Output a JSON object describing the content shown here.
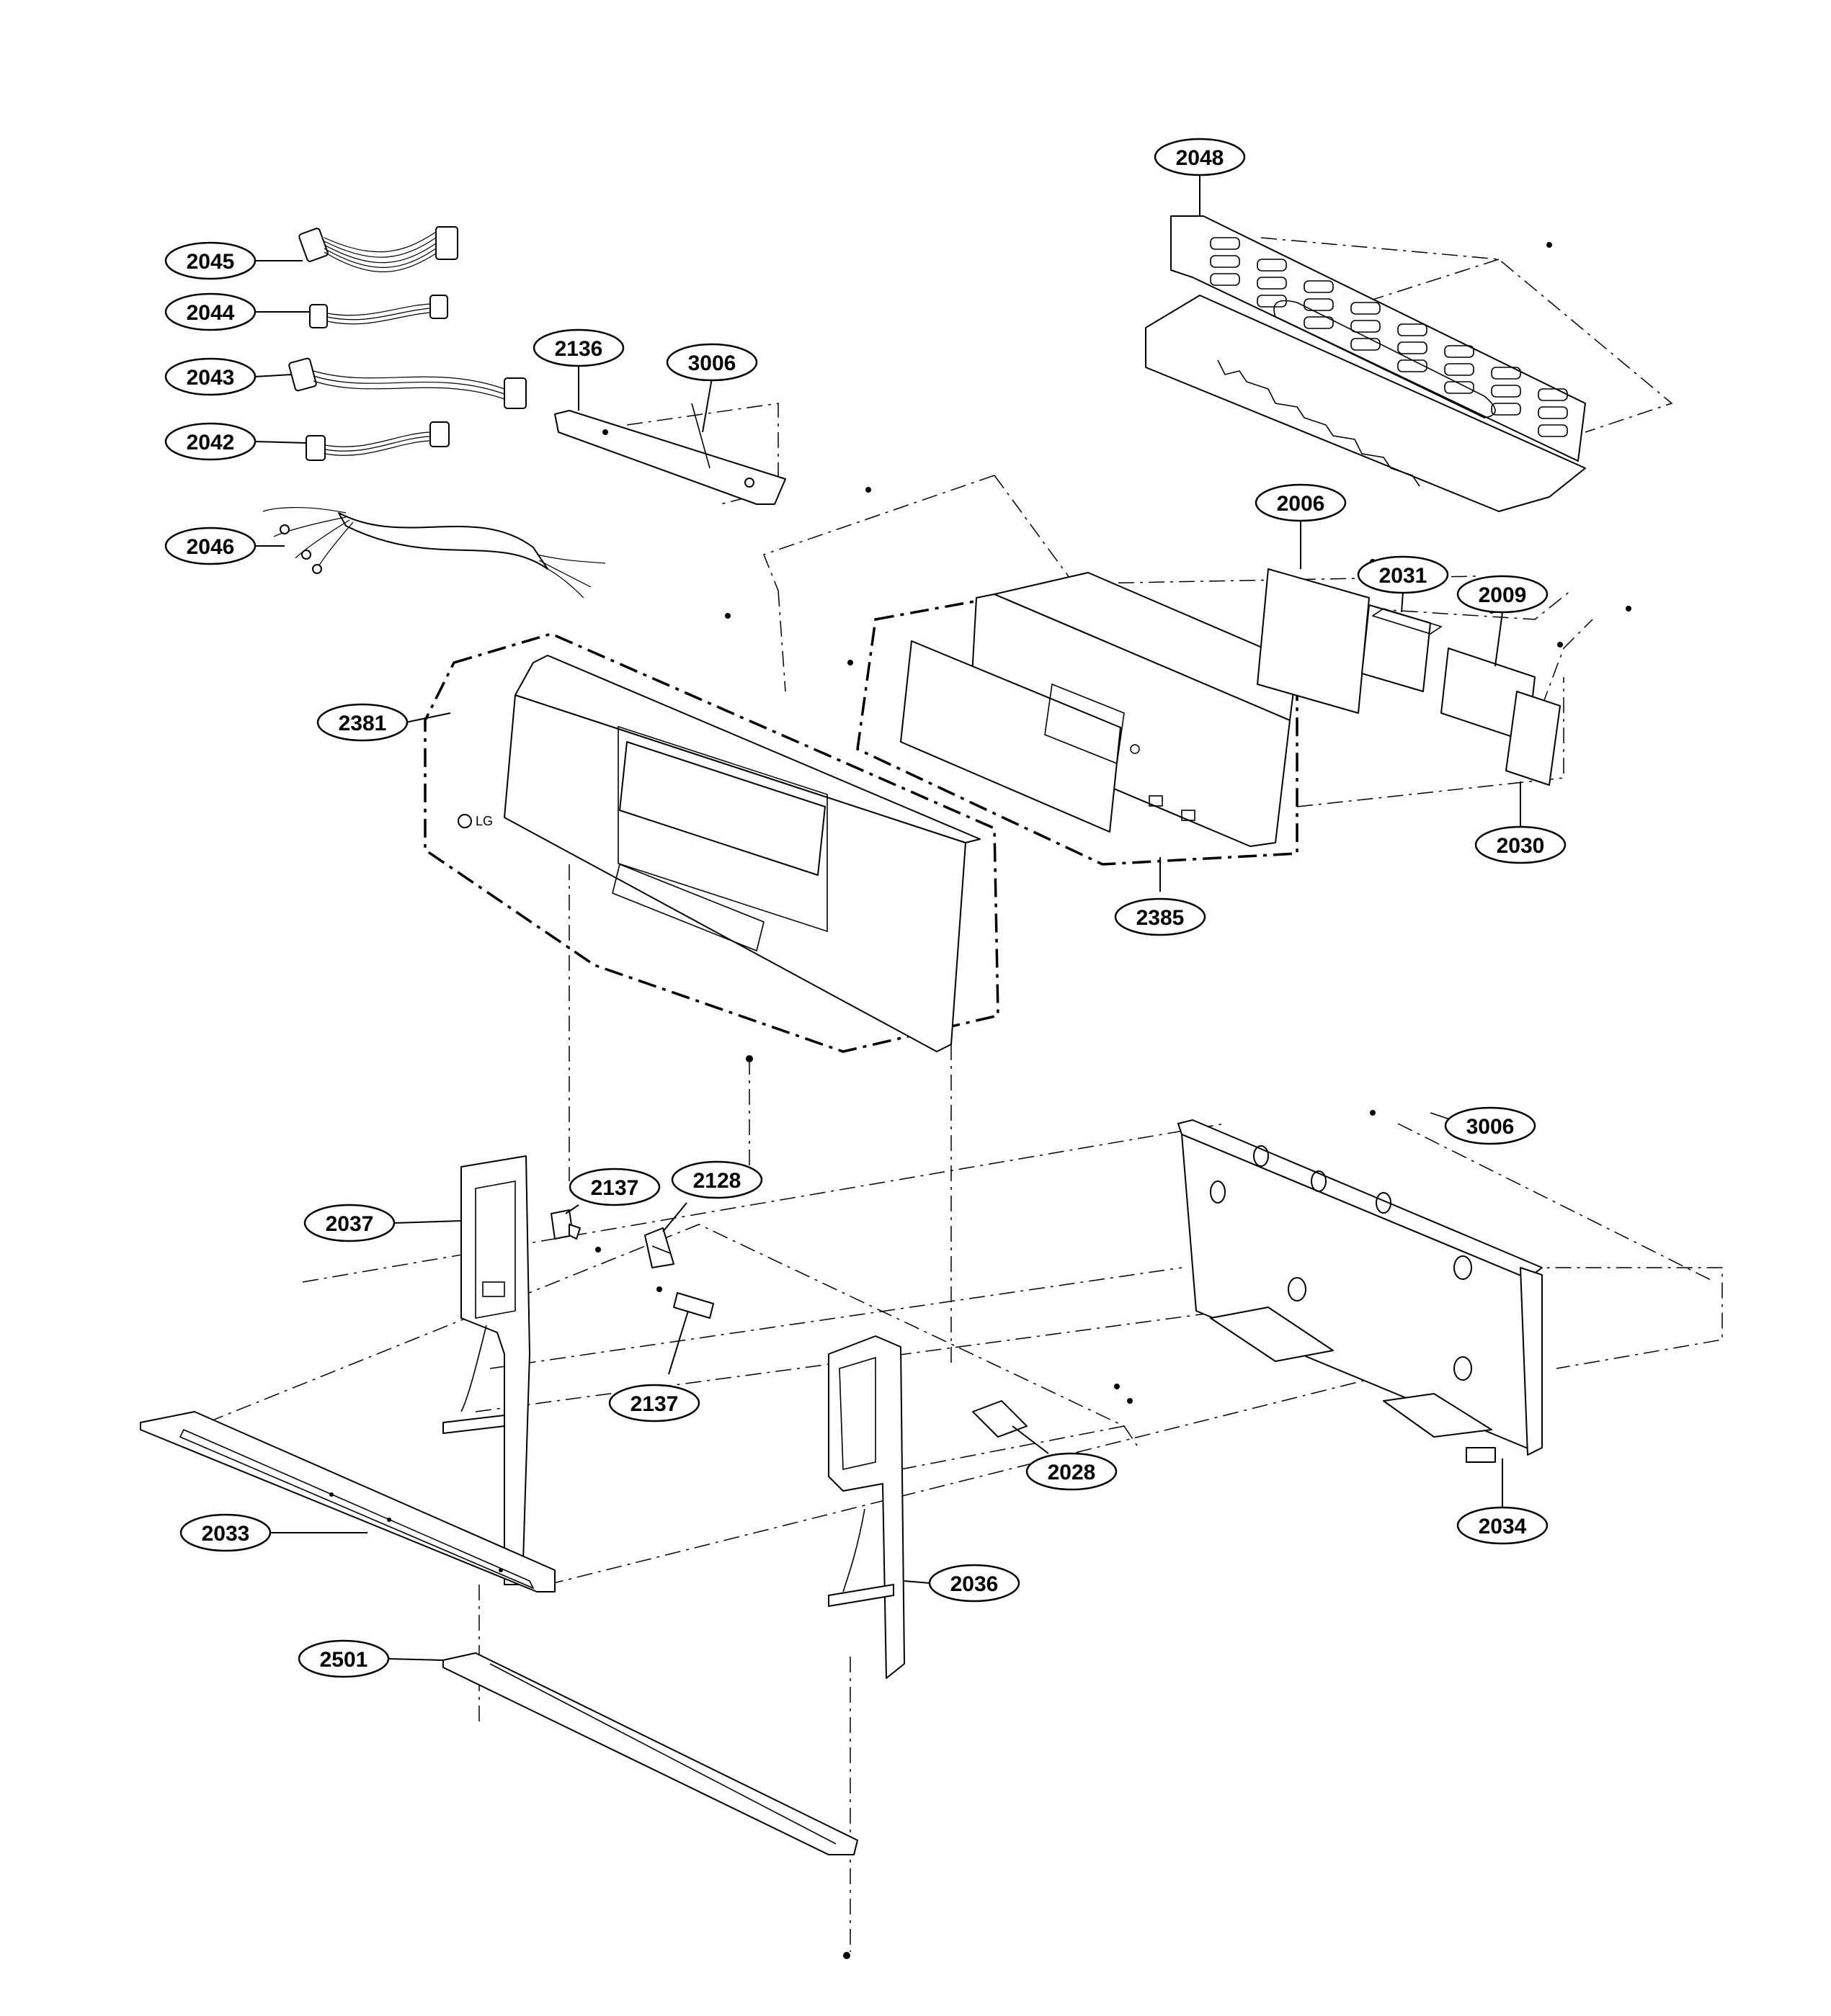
{
  "callouts": [
    {
      "id": "2048",
      "label": "2048"
    },
    {
      "id": "2045",
      "label": "2045"
    },
    {
      "id": "2044",
      "label": "2044"
    },
    {
      "id": "2043",
      "label": "2043"
    },
    {
      "id": "2042",
      "label": "2042"
    },
    {
      "id": "2046",
      "label": "2046"
    },
    {
      "id": "2136",
      "label": "2136"
    },
    {
      "id": "3006a",
      "label": "3006"
    },
    {
      "id": "2006",
      "label": "2006"
    },
    {
      "id": "2031",
      "label": "2031"
    },
    {
      "id": "2009",
      "label": "2009"
    },
    {
      "id": "2381",
      "label": "2381"
    },
    {
      "id": "2030",
      "label": "2030"
    },
    {
      "id": "2385",
      "label": "2385"
    },
    {
      "id": "3006b",
      "label": "3006"
    },
    {
      "id": "2137a",
      "label": "2137"
    },
    {
      "id": "2128",
      "label": "2128"
    },
    {
      "id": "2037",
      "label": "2037"
    },
    {
      "id": "2137b",
      "label": "2137"
    },
    {
      "id": "2028",
      "label": "2028"
    },
    {
      "id": "2034",
      "label": "2034"
    },
    {
      "id": "2033",
      "label": "2033"
    },
    {
      "id": "2036",
      "label": "2036"
    },
    {
      "id": "2501",
      "label": "2501"
    }
  ],
  "panel_logo": "LG"
}
